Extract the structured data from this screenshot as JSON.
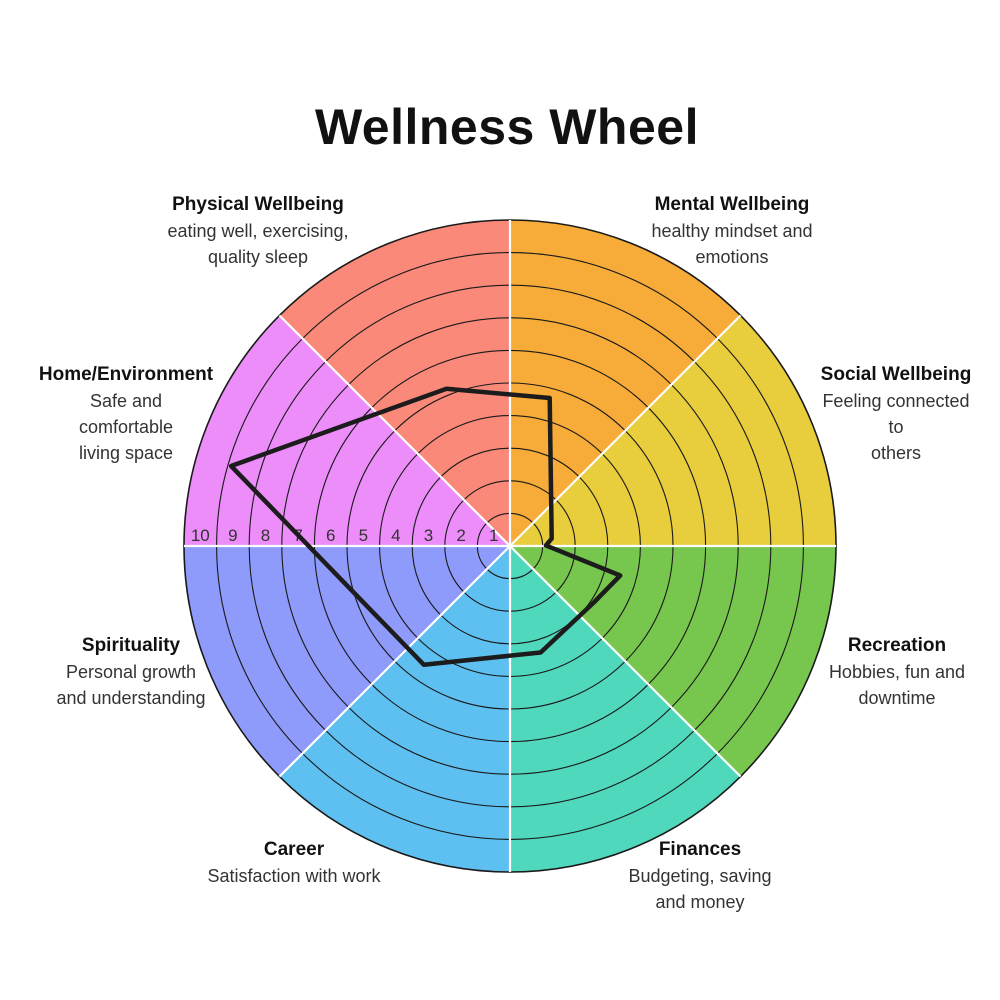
{
  "title": "Wellness Wheel",
  "chart_data": {
    "type": "radar",
    "title": "Wellness Wheel",
    "scale": {
      "min": 0,
      "max": 10,
      "ticks": [
        "1",
        "2",
        "3",
        "4",
        "5",
        "6",
        "7",
        "8",
        "9",
        "10"
      ]
    },
    "grid": true,
    "categories": [
      {
        "name": "Mental Wellbeing",
        "description": "healthy mindset and emotions",
        "color": "#F7AB39"
      },
      {
        "name": "Social Wellbeing",
        "description": "Feeling connected to others",
        "color": "#E8CE3C"
      },
      {
        "name": "Recreation",
        "description": "Hobbies, fun and downtime",
        "color": "#77C74E"
      },
      {
        "name": "Finances",
        "description": "Budgeting, saving and money",
        "color": "#50D8BC"
      },
      {
        "name": "Career",
        "description": "Satisfaction with work",
        "color": "#5EC0F0"
      },
      {
        "name": "Spirituality",
        "description": "Personal growth and understanding",
        "color": "#8E9BFA"
      },
      {
        "name": "Home/Environment",
        "description": "Safe and comfortable living space",
        "color": "#EC8DFA"
      },
      {
        "name": "Physical Wellbeing",
        "description": "eating well, exercising, quality sleep",
        "color": "#FA897A"
      }
    ],
    "points": [
      {
        "angle": 15,
        "value": 4.7
      },
      {
        "angle": 80,
        "value": 1.3
      },
      {
        "angle": 89,
        "value": 1.1
      },
      {
        "angle": 105,
        "value": 3.5
      },
      {
        "angle": 124,
        "value": 3.1
      },
      {
        "angle": 164,
        "value": 3.4
      },
      {
        "angle": 216,
        "value": 4.5
      },
      {
        "angle": 286,
        "value": 8.9
      },
      {
        "angle": 338,
        "value": 5.2
      },
      {
        "angle": 15,
        "value": 4.7
      }
    ]
  }
}
